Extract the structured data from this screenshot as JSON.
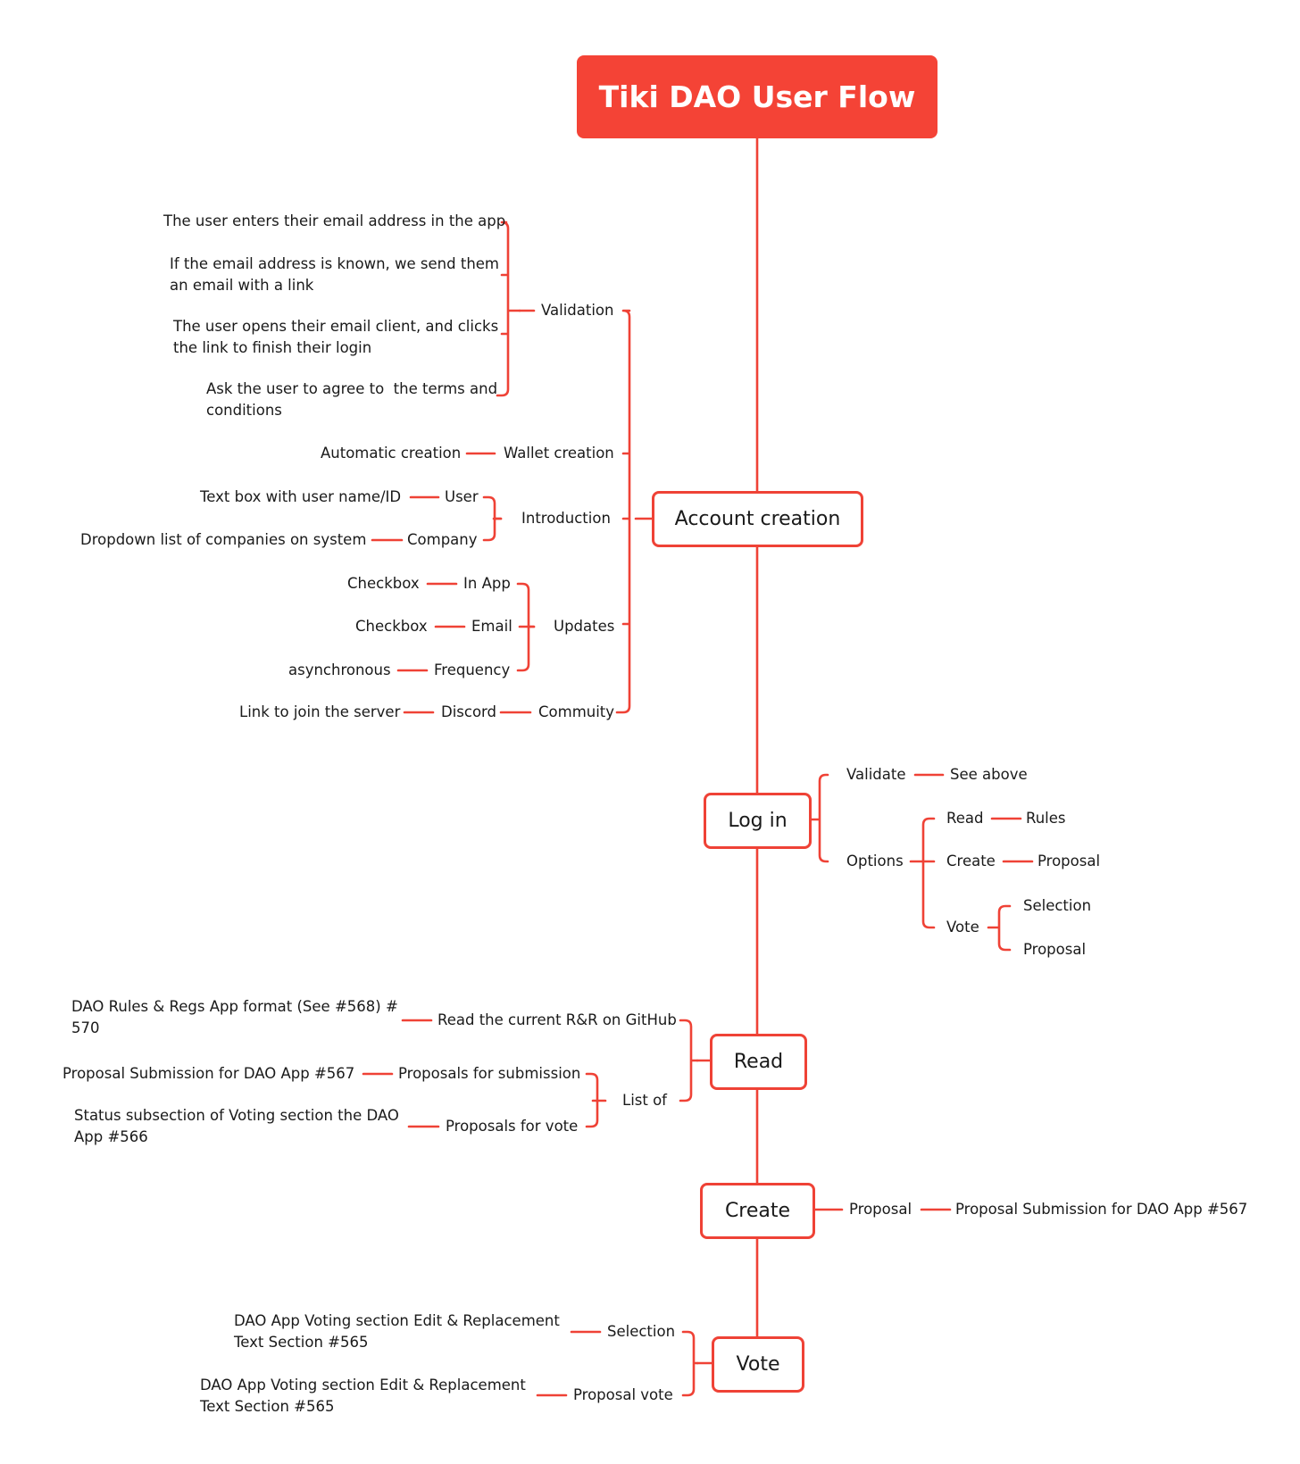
{
  "colors": {
    "accent": "#ef4236",
    "title_bg": "#f44336",
    "text": "#1a1a1a",
    "background": "#ffffff"
  },
  "title": "Tiki DAO User Flow",
  "account_creation": {
    "label": "Account creation",
    "validation": {
      "label": "Validation",
      "steps": [
        "The user enters their email address in the app",
        "If the email address is known, we send them\nan email with a link",
        "The user opens their email client, and clicks\nthe link to finish their login",
        "Ask the user to agree to  the terms and\nconditions"
      ]
    },
    "wallet": {
      "label": "Wallet creation",
      "detail": "Automatic creation"
    },
    "introduction": {
      "label": "Introduction",
      "user": {
        "label": "User",
        "detail": "Text box with user name/ID"
      },
      "company": {
        "label": "Company",
        "detail": "Dropdown list of companies on system"
      }
    },
    "updates": {
      "label": "Updates",
      "in_app": {
        "label": "In App",
        "detail": "Checkbox"
      },
      "email": {
        "label": "Email",
        "detail": "Checkbox"
      },
      "frequency": {
        "label": "Frequency",
        "detail": "asynchronous"
      }
    },
    "community": {
      "label": "Commuity",
      "discord": "Discord",
      "detail": "Link to join the server"
    }
  },
  "login": {
    "label": "Log in",
    "validate": {
      "label": "Validate",
      "detail": "See above"
    },
    "options": {
      "label": "Options",
      "read": {
        "label": "Read",
        "detail": "Rules"
      },
      "create": {
        "label": "Create",
        "detail": "Proposal"
      },
      "vote": {
        "label": "Vote",
        "selection": "Selection",
        "proposal": "Proposal"
      }
    }
  },
  "read": {
    "label": "Read",
    "current_rr": {
      "label": "Read the current R&R on GitHub",
      "detail": "DAO Rules & Regs App format (See #568) #\n570"
    },
    "list_of": {
      "label": "List of",
      "submission": {
        "label": "Proposals for submission",
        "detail": "Proposal Submission for DAO App #567"
      },
      "vote": {
        "label": "Proposals for vote",
        "detail": "Status subsection of Voting section the DAO\nApp #566"
      }
    }
  },
  "create": {
    "label": "Create",
    "proposal": {
      "label": "Proposal",
      "detail": "Proposal Submission for DAO App #567"
    }
  },
  "vote": {
    "label": "Vote",
    "selection": {
      "label": "Selection",
      "detail": "DAO App Voting section Edit & Replacement\nText Section #565"
    },
    "proposal_vote": {
      "label": "Proposal vote",
      "detail": "DAO App Voting section Edit & Replacement\nText Section #565"
    }
  }
}
